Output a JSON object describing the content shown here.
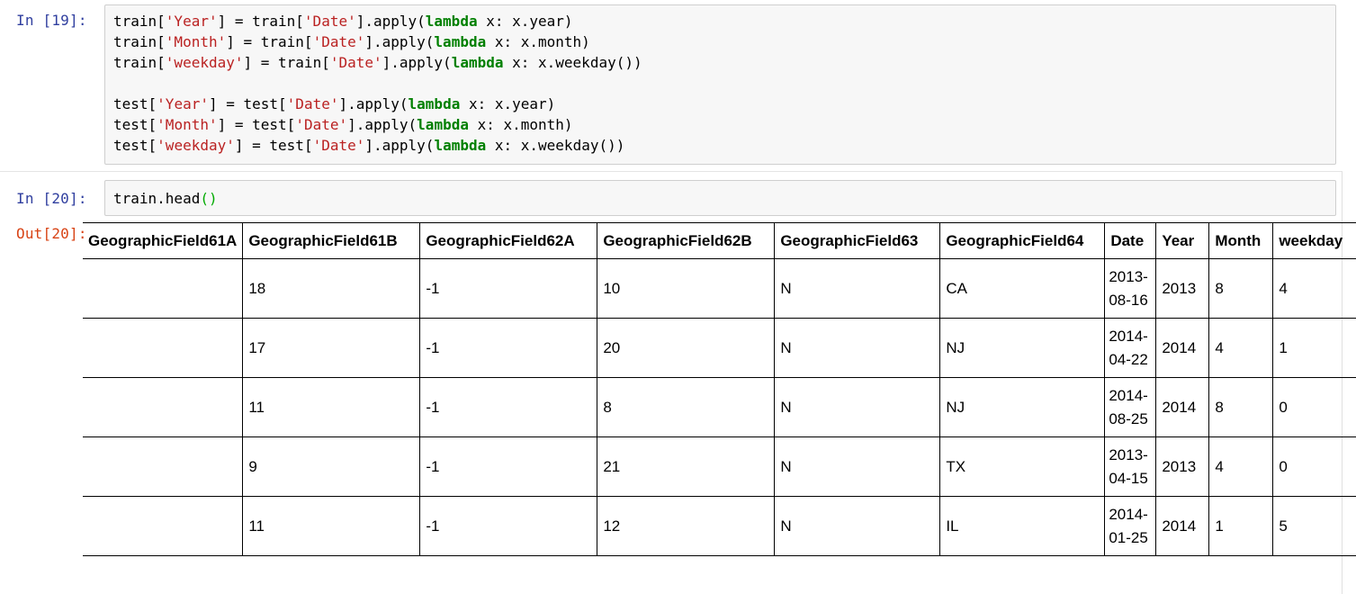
{
  "cell19": {
    "prompt": "In [19]:",
    "lines": [
      [
        [
          "train[",
          ""
        ],
        [
          "'Year'",
          "s"
        ],
        [
          "] = train[",
          ""
        ],
        [
          "'Date'",
          "s"
        ],
        [
          "].apply(",
          ""
        ],
        [
          "lambda",
          "k"
        ],
        [
          " x: x.year)",
          ""
        ]
      ],
      [
        [
          "train[",
          ""
        ],
        [
          "'Month'",
          "s"
        ],
        [
          "] = train[",
          ""
        ],
        [
          "'Date'",
          "s"
        ],
        [
          "].apply(",
          ""
        ],
        [
          "lambda",
          "k"
        ],
        [
          " x: x.month)",
          ""
        ]
      ],
      [
        [
          "train[",
          ""
        ],
        [
          "'weekday'",
          "s"
        ],
        [
          "] = train[",
          ""
        ],
        [
          "'Date'",
          "s"
        ],
        [
          "].apply(",
          ""
        ],
        [
          "lambda",
          "k"
        ],
        [
          " x: x.weekday())",
          ""
        ]
      ],
      [],
      [
        [
          "test[",
          ""
        ],
        [
          "'Year'",
          "s"
        ],
        [
          "] = test[",
          ""
        ],
        [
          "'Date'",
          "s"
        ],
        [
          "].apply(",
          ""
        ],
        [
          "lambda",
          "k"
        ],
        [
          " x: x.year)",
          ""
        ]
      ],
      [
        [
          "test[",
          ""
        ],
        [
          "'Month'",
          "s"
        ],
        [
          "] = test[",
          ""
        ],
        [
          "'Date'",
          "s"
        ],
        [
          "].apply(",
          ""
        ],
        [
          "lambda",
          "k"
        ],
        [
          " x: x.month)",
          ""
        ]
      ],
      [
        [
          "test[",
          ""
        ],
        [
          "'weekday'",
          "s"
        ],
        [
          "] = test[",
          ""
        ],
        [
          "'Date'",
          "s"
        ],
        [
          "].apply(",
          ""
        ],
        [
          "lambda",
          "k"
        ],
        [
          " x: x.weekday())",
          ""
        ]
      ]
    ]
  },
  "cell20": {
    "prompt_in": "In [20]:",
    "code": "train.head",
    "code_parens": "()",
    "prompt_out": "Out[20]:"
  },
  "table": {
    "columns": [
      "GeographicField61A",
      "GeographicField61B",
      "GeographicField62A",
      "GeographicField62B",
      "GeographicField63",
      "GeographicField64",
      "Date",
      "Year",
      "Month",
      "weekday"
    ],
    "rows": [
      [
        "",
        "18",
        "-1",
        "10",
        "N",
        "CA",
        "2013-08-16",
        "2013",
        "8",
        "4"
      ],
      [
        "",
        "17",
        "-1",
        "20",
        "N",
        "NJ",
        "2014-04-22",
        "2014",
        "4",
        "1"
      ],
      [
        "",
        "11",
        "-1",
        "8",
        "N",
        "NJ",
        "2014-08-25",
        "2014",
        "8",
        "0"
      ],
      [
        "",
        "9",
        "-1",
        "21",
        "N",
        "TX",
        "2013-04-15",
        "2013",
        "4",
        "0"
      ],
      [
        "",
        "11",
        "-1",
        "12",
        "N",
        "IL",
        "2014-01-25",
        "2014",
        "1",
        "5"
      ]
    ]
  },
  "colors": {
    "prompt_in": "#303f9f",
    "prompt_out": "#d84315",
    "string": "#ba2121",
    "keyword": "#008000",
    "input_bg": "#f7f7f7"
  }
}
